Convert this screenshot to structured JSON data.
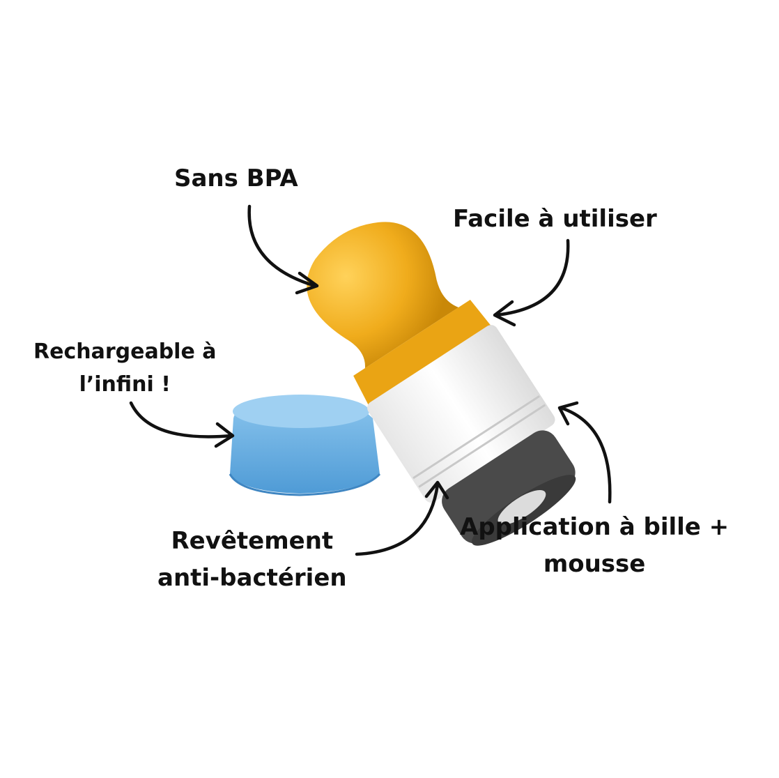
{
  "labels": {
    "bpa": [
      "Sans BPA"
    ],
    "facile": [
      "Facile à utiliser"
    ],
    "recharge": [
      "Rechargeable à",
      "l’infini !"
    ],
    "revetement": [
      "Revêtement",
      "anti-bactérien"
    ],
    "bille": [
      "Application à bille +",
      "mousse"
    ]
  },
  "colors": {
    "handle": "#f2b01e",
    "body": "#f7f7f7",
    "sponge": "#4a4a4a",
    "cap": "#6fb3e3",
    "text": "#111111"
  }
}
